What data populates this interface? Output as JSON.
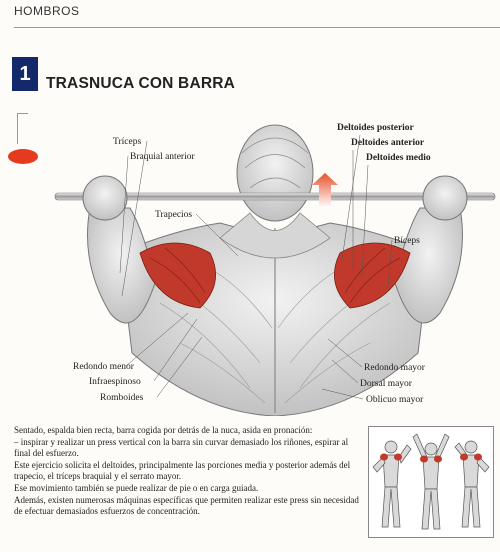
{
  "section_title": "HOMBROS",
  "exercise": {
    "number": "1",
    "title": "TRASNUCA CON BARRA"
  },
  "labels_left": {
    "triceps": "Tríceps",
    "braquial": "Braquial anterior",
    "trapecios": "Trapecios",
    "redondo_menor": "Redondo menor",
    "infraespinoso": "Infraespinoso",
    "romboides": "Romboides"
  },
  "labels_right": {
    "deltoides_posterior": "Deltoides posterior",
    "deltoides_anterior": "Deltoides anterior",
    "deltoides_medio": "Deltoides medio",
    "biceps": "Bíceps",
    "redondo_mayor": "Redondo mayor",
    "dorsal_mayor": "Dorsal mayor",
    "oblicuo_mayor": "Oblicuo mayor"
  },
  "description": [
    "Sentado, espalda bien recta, barra cogida por detrás de la nuca, asida en pronación:",
    "– inspirar y realizar un press vertical con la barra sin curvar demasiado los riñones, espirar al final del esfuerzo.",
    "Este ejercicio solicita el deltoides, principalmente las porciones media y posterior además del trapecio, el tríceps braquial y el serrato mayor.",
    "Ese movimiento también se puede realizar de pie o en carga guiada.",
    "Además, existen numerosas máquinas específicas que permiten realizar este press sin necesidad de efectuar demasiados esfuerzos de concentración."
  ],
  "colors": {
    "accent_red": "#e63a1e",
    "number_box": "#14296b",
    "muscle_red": "#c0392b"
  }
}
